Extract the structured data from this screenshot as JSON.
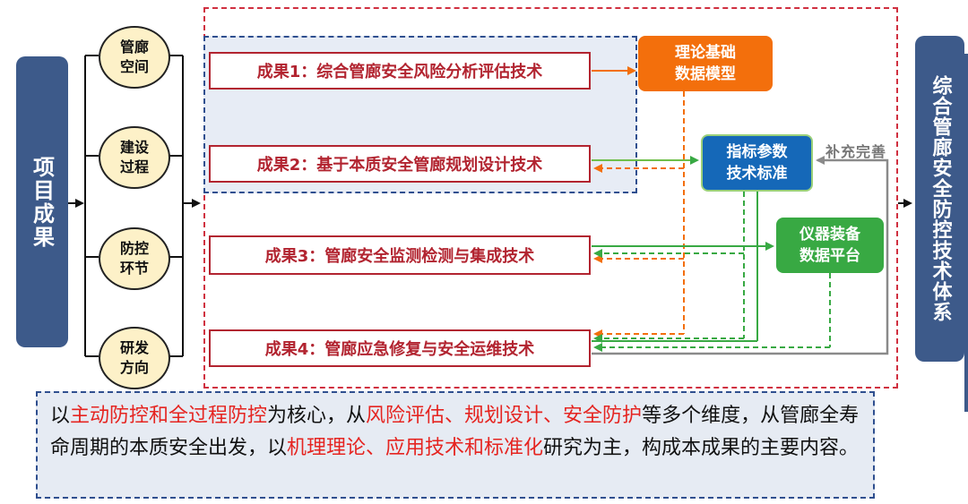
{
  "left_panel": "项目成果",
  "right_panel": "综合管廊安全防控技术体系",
  "ovals": [
    {
      "id": "space",
      "label": "管廊\n空间"
    },
    {
      "id": "construction",
      "label": "建设\n过程"
    },
    {
      "id": "control",
      "label": "防控\n环节"
    },
    {
      "id": "research",
      "label": "研发\n方向"
    }
  ],
  "results": [
    {
      "id": "r1",
      "label": "成果1：综合管廊安全风险分析评估技术"
    },
    {
      "id": "r2",
      "label": "成果2：基于本质安全管廊规划设计技术"
    },
    {
      "id": "r3",
      "label": "成果3：管廊安全监测检测与集成技术"
    },
    {
      "id": "r4",
      "label": "成果4：管廊应急修复与安全运维技术"
    }
  ],
  "boxes": {
    "theory": "理论基础\n数据模型",
    "index": "指标参数\n技术标准",
    "equipment": "仪器装备\n数据平台"
  },
  "supplement": "补充完善",
  "summary": {
    "segments": [
      {
        "text": "以",
        "red": false
      },
      {
        "text": "主动防控和全过程防控",
        "red": true
      },
      {
        "text": "为核心，从",
        "red": false
      },
      {
        "text": "风险评估、规划设计、安全防护",
        "red": true
      },
      {
        "text": "等多个维度，从管廊全寿命周期的本质安全出发，以",
        "red": false
      },
      {
        "text": "机理理论、应用技术和标准化",
        "red": true
      },
      {
        "text": "研究为主，构成本成果的主要内容。",
        "red": false
      }
    ]
  },
  "colors": {
    "panel_blue": "#3d5a8a",
    "result_red": "#b22430",
    "orange": "#f36f0c",
    "green": "#38a943",
    "grey": "#8a8a8a"
  }
}
